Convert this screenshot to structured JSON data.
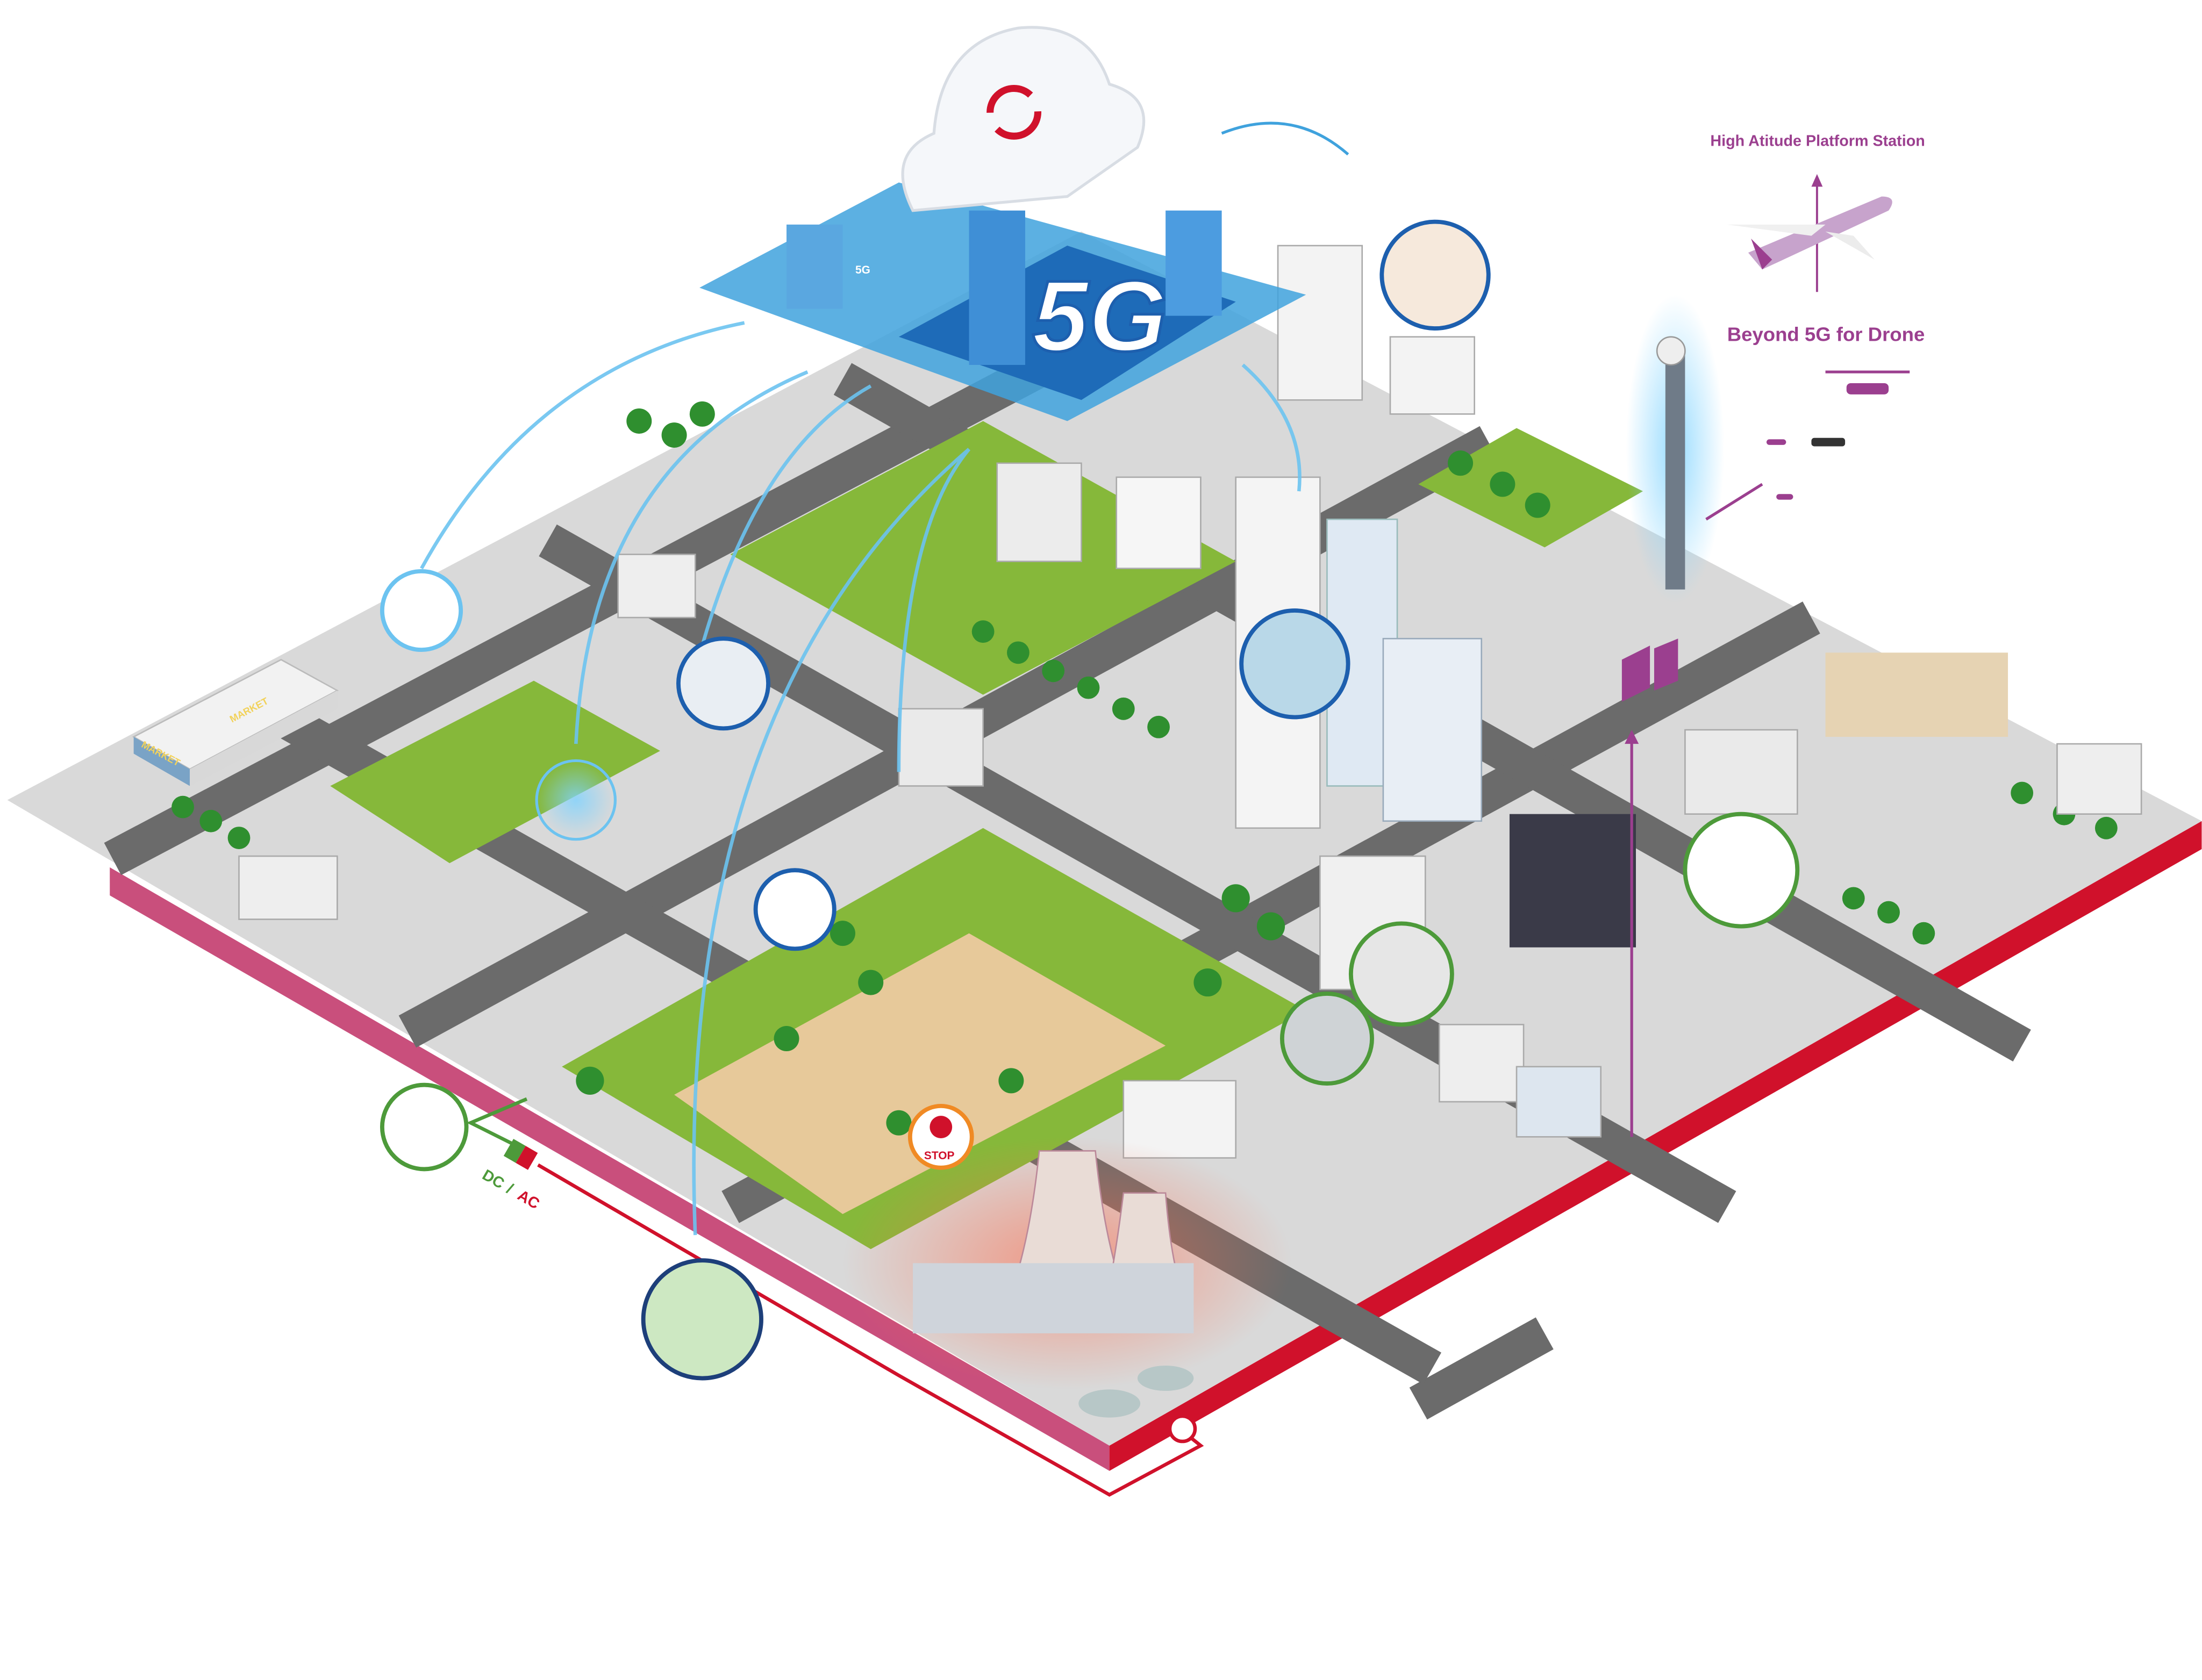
{
  "labels": {
    "haps": "High Atitude Platform Station",
    "drone": "Beyond 5G for Drone",
    "five_g": "5G",
    "dc": "DC",
    "slash": "/",
    "ac": "AC",
    "stop": "STOP",
    "market_1": "MARKET",
    "market_2": "MARKET",
    "small_5g": "5G"
  },
  "colors": {
    "accent_purple": "#9b3f8f",
    "platform_pink": "#c94f7c",
    "platform_red": "#d0112b",
    "grass": "#86b83a",
    "road": "#6e6e6e",
    "sky_blue": "#3fa2dd",
    "dc_green": "#4d9a3a"
  }
}
